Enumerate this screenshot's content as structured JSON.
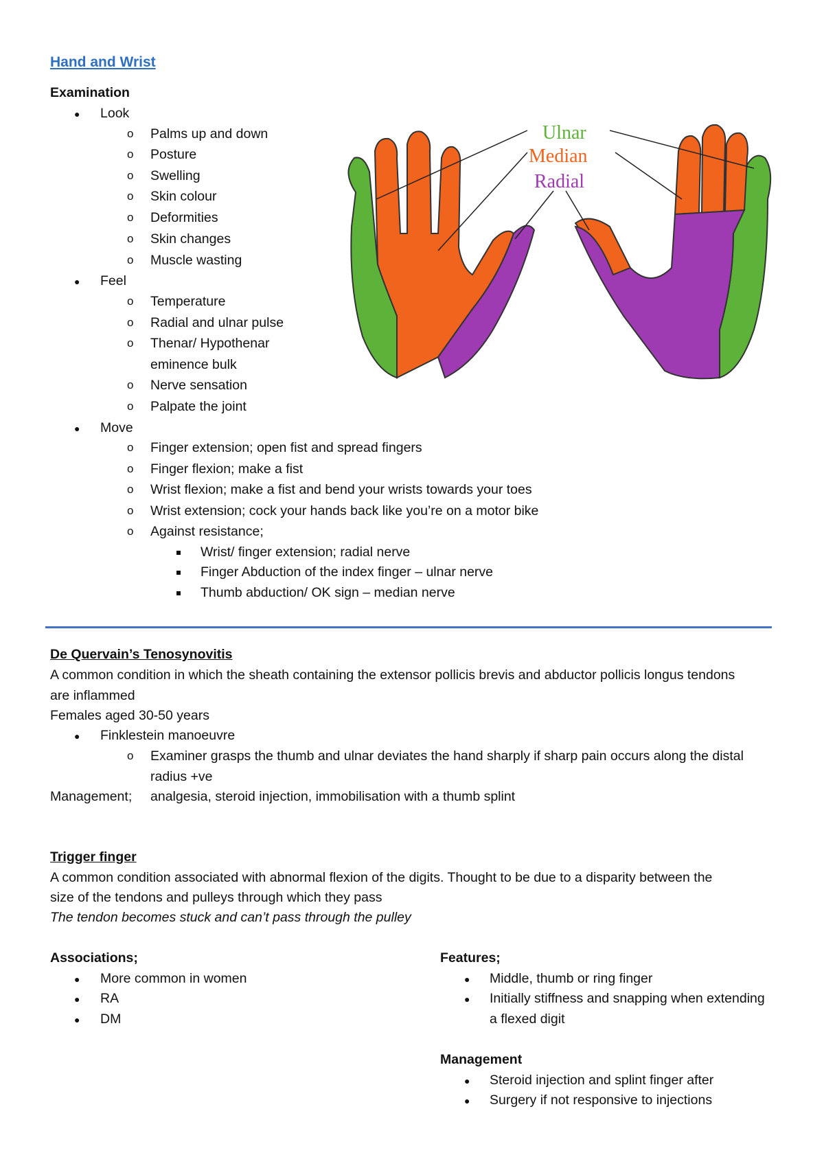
{
  "colors": {
    "ulnar": "#5db33a",
    "median": "#f0641e",
    "radial": "#9e3bb2",
    "title": "#2f6fbf",
    "rule": "#4472c4"
  },
  "hand_wrist": {
    "title": "Hand and Wrist",
    "examination": "Examination",
    "look": {
      "label": "Look",
      "items": [
        "Palms up and down",
        "Posture",
        "Swelling",
        "Skin colour",
        "Deformities",
        "Skin changes",
        "Muscle wasting"
      ]
    },
    "feel": {
      "label": "Feel",
      "items": [
        "Temperature",
        "Radial and ulnar pulse",
        "Thenar/ Hypothenar",
        "eminence bulk",
        "Nerve sensation",
        "Palpate the joint"
      ]
    },
    "move": {
      "label": "Move",
      "items": [
        "Finger extension; open fist and spread fingers",
        "Finger flexion; make a fist",
        "Wrist flexion; make a fist and bend your wrists towards your toes",
        "Wrist extension; cock your hands back like you’re on a motor bike",
        "Against resistance;"
      ],
      "resistance": [
        "Wrist/ finger extension; radial nerve",
        "Finger Abduction of the index finger – ulnar nerve",
        "Thumb abduction/ OK sign – median nerve"
      ]
    },
    "figure_labels": {
      "ulnar": "Ulnar",
      "median": "Median",
      "radial": "Radial"
    }
  },
  "dequervain": {
    "title": "De Quervain’s Tenosynovitis",
    "desc1": "A common condition in which the sheath containing the extensor pollicis brevis and abductor pollicis longus tendons",
    "desc2": "are inflammed",
    "demo": "Females aged 30-50 years",
    "test": "Finklestein manoeuvre",
    "test_desc1": "Examiner grasps the thumb and ulnar deviates the hand sharply if sharp pain occurs along the distal",
    "test_desc2": "radius +ve",
    "mgmt_label": "Management;",
    "mgmt": "analgesia, steroid injection, immobilisation with a thumb splint"
  },
  "trigger": {
    "title": "Trigger finger",
    "desc1": "A common condition associated with abnormal flexion of the digits. Thought to be due to a disparity between the",
    "desc2": "size of the tendons and pulleys through which they pass",
    "italic": "The tendon becomes stuck and can’t pass through the pulley",
    "assoc_label": "Associations;",
    "assoc": [
      "More common in women",
      "RA",
      "DM"
    ],
    "features_label": "Features;",
    "features": [
      "Middle, thumb or ring finger",
      "Initially stiffness and snapping when extending",
      "a flexed digit"
    ],
    "mgmt_label": "Management",
    "mgmt": [
      "Steroid injection and splint finger after",
      "Surgery if not responsive to injections"
    ]
  }
}
